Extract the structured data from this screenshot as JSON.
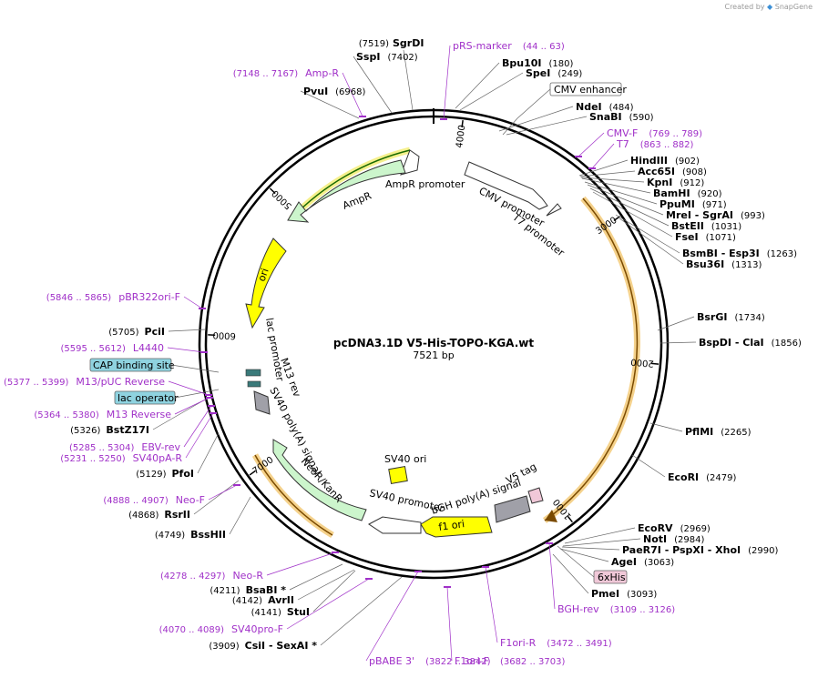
{
  "credit": {
    "prefix": "Created by",
    "brand": "SnapGene"
  },
  "map": {
    "name": "pcDNA3.1D V5-His-TOPO-KGA.wt",
    "length": "7521 bp"
  },
  "ticks": [
    {
      "label": "1000",
      "angle": 2.48
    },
    {
      "label": "2000",
      "angle": 1.66
    },
    {
      "label": "3000",
      "angle": 0.97
    },
    {
      "label": "4000",
      "angle": 0.13
    },
    {
      "label": "5000",
      "angle": -0.81
    },
    {
      "label": "6000",
      "angle": -1.53
    },
    {
      "label": "7000",
      "angle": -2.19
    }
  ],
  "features": [
    {
      "label": "AmpR promoter"
    },
    {
      "label": "AmpR"
    },
    {
      "label": "CMV promoter"
    },
    {
      "label": "T7 promoter"
    },
    {
      "label": "ori"
    },
    {
      "label": "lac promoter"
    },
    {
      "label": "M13 rev"
    },
    {
      "label": "SV40 poly(A) signal"
    },
    {
      "label": "SV40 ori"
    },
    {
      "label": "SV40 promoter"
    },
    {
      "label": "NeoR/KanR"
    },
    {
      "label": "f1 ori"
    },
    {
      "label": "bGH poly(A) signal"
    },
    {
      "label": "V5 tag"
    }
  ],
  "boxed": [
    {
      "label": "CMV enhancer"
    },
    {
      "label": "CAP binding site"
    },
    {
      "label": "lac operator"
    },
    {
      "label": "6xHis"
    }
  ],
  "sites": [
    {
      "name": "SgrDI",
      "pos": "(7519)"
    },
    {
      "name": "SspI",
      "pos": "(7402)"
    },
    {
      "name": "PvuI",
      "pos": "(6968)"
    },
    {
      "name": "Bpu10I",
      "pos": "(180)"
    },
    {
      "name": "SpeI",
      "pos": "(249)"
    },
    {
      "name": "NdeI",
      "pos": "(484)"
    },
    {
      "name": "SnaBI",
      "pos": "(590)"
    },
    {
      "name": "HindIII",
      "pos": "(902)"
    },
    {
      "name": "Acc65I",
      "pos": "(908)"
    },
    {
      "name": "KpnI",
      "pos": "(912)"
    },
    {
      "name": "BamHI",
      "pos": "(920)"
    },
    {
      "name": "PpuMI",
      "pos": "(971)"
    },
    {
      "name": "MreI - SgrAI",
      "pos": "(993)"
    },
    {
      "name": "BstEII",
      "pos": "(1031)"
    },
    {
      "name": "FseI",
      "pos": "(1071)"
    },
    {
      "name": "BsmBI - Esp3I",
      "pos": "(1263)"
    },
    {
      "name": "Bsu36I",
      "pos": "(1313)"
    },
    {
      "name": "BsrGI",
      "pos": "(1734)"
    },
    {
      "name": "BspDI - ClaI",
      "pos": "(1856)"
    },
    {
      "name": "PflMI",
      "pos": "(2265)"
    },
    {
      "name": "EcoRI",
      "pos": "(2479)"
    },
    {
      "name": "EcoRV",
      "pos": "(2969)"
    },
    {
      "name": "NotI",
      "pos": "(2984)"
    },
    {
      "name": "PaeR7I - PspXI - XhoI",
      "pos": "(2990)"
    },
    {
      "name": "AgeI",
      "pos": "(3063)"
    },
    {
      "name": "PmeI",
      "pos": "(3093)"
    },
    {
      "name": "PciI",
      "pos": "(5705)"
    },
    {
      "name": "BstZ17I",
      "pos": "(5326)"
    },
    {
      "name": "PfoI",
      "pos": "(5129)"
    },
    {
      "name": "RsrII",
      "pos": "(4868)"
    },
    {
      "name": "BssHII",
      "pos": "(4749)"
    },
    {
      "name": "BsaBI *",
      "pos": "(4211)"
    },
    {
      "name": "AvrII",
      "pos": "(4142)"
    },
    {
      "name": "StuI",
      "pos": "(4141)"
    },
    {
      "name": "CsiI - SexAI *",
      "pos": "(3909)"
    }
  ],
  "primers": [
    {
      "name": "pRS-marker",
      "range": "(44 .. 63)"
    },
    {
      "name": "Amp-R",
      "range": "(7148 .. 7167)"
    },
    {
      "name": "CMV-F",
      "range": "(769 .. 789)"
    },
    {
      "name": "T7",
      "range": "(863 .. 882)"
    },
    {
      "name": "pBR322ori-F",
      "range": "(5846 .. 5865)"
    },
    {
      "name": "L4440",
      "range": "(5595 .. 5612)"
    },
    {
      "name": "M13/pUC Reverse",
      "range": "(5377 .. 5399)"
    },
    {
      "name": "M13 Reverse",
      "range": "(5364 .. 5380)"
    },
    {
      "name": "EBV-rev",
      "range": "(5285 .. 5304)"
    },
    {
      "name": "SV40pA-R",
      "range": "(5231 .. 5250)"
    },
    {
      "name": "Neo-F",
      "range": "(4888 .. 4907)"
    },
    {
      "name": "Neo-R",
      "range": "(4278 .. 4297)"
    },
    {
      "name": "SV40pro-F",
      "range": "(4070 .. 4089)"
    },
    {
      "name": "pBABE 3'",
      "range": "(3822 .. 3842)"
    },
    {
      "name": "F1ori-F",
      "range": "(3682 .. 3703)"
    },
    {
      "name": "F1ori-R",
      "range": "(3472 .. 3491)"
    },
    {
      "name": "BGH-rev",
      "range": "(3109 .. 3126)"
    }
  ],
  "colors": {
    "backbone": "#000000",
    "enzyme": "#000000",
    "primer": "#a030c8",
    "promoter": "#ffffff",
    "ampr": "#ccf5cc",
    "ori": "#ffff00",
    "orf_highlight": "#f0c080",
    "polya": "#a0a0a0",
    "boxed_feature": "#8fd3e0",
    "his": "#f0c8d8"
  }
}
